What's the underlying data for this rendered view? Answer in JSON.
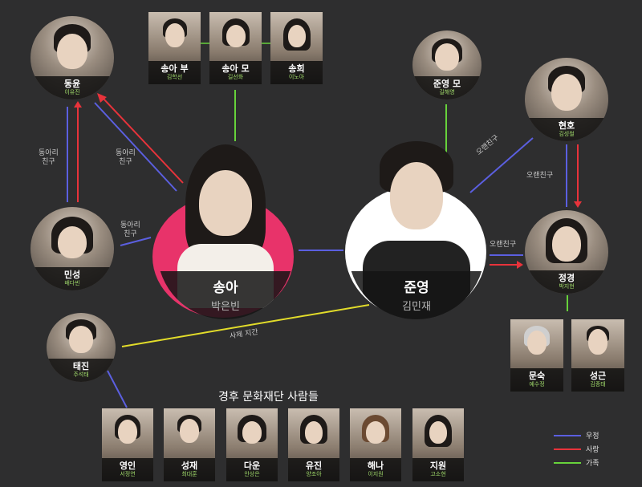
{
  "colors": {
    "friendship": "#5b5fe0",
    "love": "#e8333b",
    "family": "#67d23b",
    "teacher": "#e2dc2a",
    "background": "#2e2e2f",
    "songa_ring": "#e8336a",
    "actor_name": "#9fd96a"
  },
  "family_top": [
    {
      "name": "송아 부",
      "actor": "김학선"
    },
    {
      "name": "송아 모",
      "actor": "길선화"
    },
    {
      "name": "송희",
      "actor": "이노아"
    }
  ],
  "characters": {
    "dongyun": {
      "name": "동윤",
      "actor": "이유진"
    },
    "minseong": {
      "name": "민성",
      "actor": "배다빈"
    },
    "taejin": {
      "name": "태진",
      "actor": "주석태"
    },
    "junyoung_mom": {
      "name": "준영 모",
      "actor": "길해영"
    },
    "hyunho": {
      "name": "현호",
      "actor": "김성철"
    },
    "jeonggyeong": {
      "name": "정경",
      "actor": "박지현"
    },
    "munsuk": {
      "name": "문숙",
      "actor": "예수정"
    },
    "seonggeun": {
      "name": "성근",
      "actor": "김종태"
    }
  },
  "leads": {
    "songa": {
      "name": "송아",
      "actor": "박은빈"
    },
    "junyoung": {
      "name": "준영",
      "actor": "김민재"
    }
  },
  "relations": {
    "club_friend_1": "동아리\n친구",
    "club_friend_2": "동아리\n친구",
    "club_friend_3": "동아리\n친구",
    "old_friend_1": "오랜친구",
    "old_friend_2": "오랜친구",
    "old_friend_3": "오랜친구",
    "teacher": "사제 지간"
  },
  "group_title": "경후 문화재단 사람들",
  "foundation": [
    {
      "name": "영인",
      "actor": "서정연"
    },
    {
      "name": "성재",
      "actor": "최대훈"
    },
    {
      "name": "다운",
      "actor": "안상은"
    },
    {
      "name": "유진",
      "actor": "양조아"
    },
    {
      "name": "해나",
      "actor": "이지원"
    },
    {
      "name": "지원",
      "actor": "고소현"
    }
  ],
  "legend": [
    {
      "label": "우정",
      "color": "#5b5fe0"
    },
    {
      "label": "사랑",
      "color": "#e8333b"
    },
    {
      "label": "가족",
      "color": "#67d23b"
    }
  ]
}
